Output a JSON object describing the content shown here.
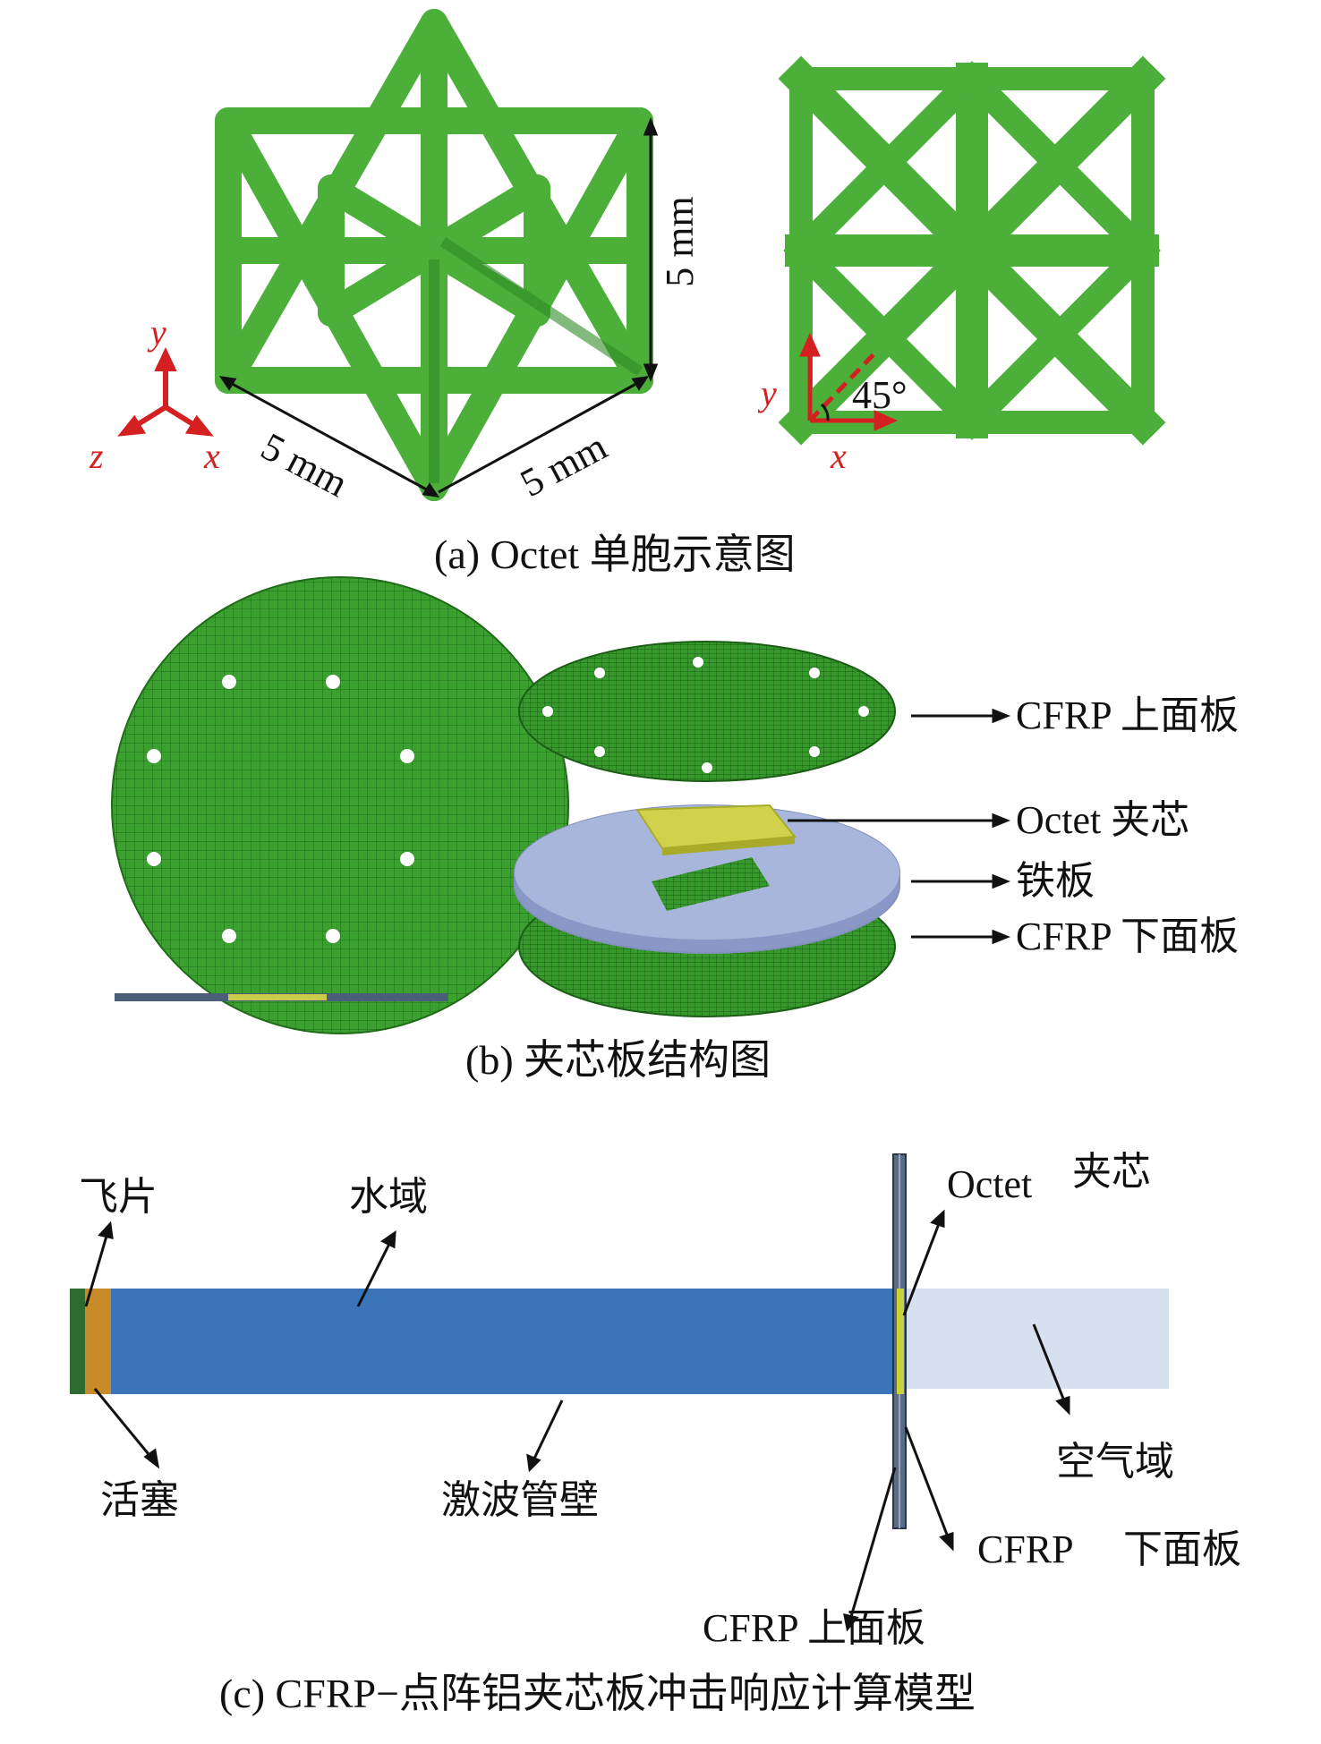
{
  "panel_a": {
    "caption": "(a) Octet 单胞示意图",
    "dim_height": "5 mm",
    "dim_left": "5 mm",
    "dim_right": "5 mm",
    "axes3d": {
      "y": "y",
      "z": "z",
      "x": "x"
    },
    "axes2d": {
      "y": "y",
      "x": "x"
    },
    "angle": "45°",
    "colors": {
      "lattice": "#4caf3a",
      "lattice_dark": "#2f8a24",
      "axis": "#d42020"
    }
  },
  "panel_b": {
    "caption": "(b) 夹芯板结构图",
    "labels": {
      "top": "CFRP 上面板",
      "core": "Octet 夹芯",
      "plate": "铁板",
      "bottom": "CFRP 下面板"
    },
    "colors": {
      "mesh": "#3aa02e",
      "iron": "#a9b6dc",
      "core": "#cfd24a"
    }
  },
  "panel_c": {
    "caption": "(c) CFRP−点阵铝夹芯板冲击响应计算模型",
    "labels": {
      "flyer": "飞片",
      "water": "水域",
      "octet": "Octet",
      "core": "夹芯",
      "piston": "活塞",
      "tube": "激波管壁",
      "air": "空气域",
      "bottom_cfrp": "CFRP",
      "bottom_panel": "下面板",
      "top_panel": "CFRP 上面板"
    },
    "colors": {
      "water": "#3b74b8",
      "air": "#d6e0ee",
      "piston": "#c98a2a",
      "flyer": "#2e6b30"
    }
  }
}
